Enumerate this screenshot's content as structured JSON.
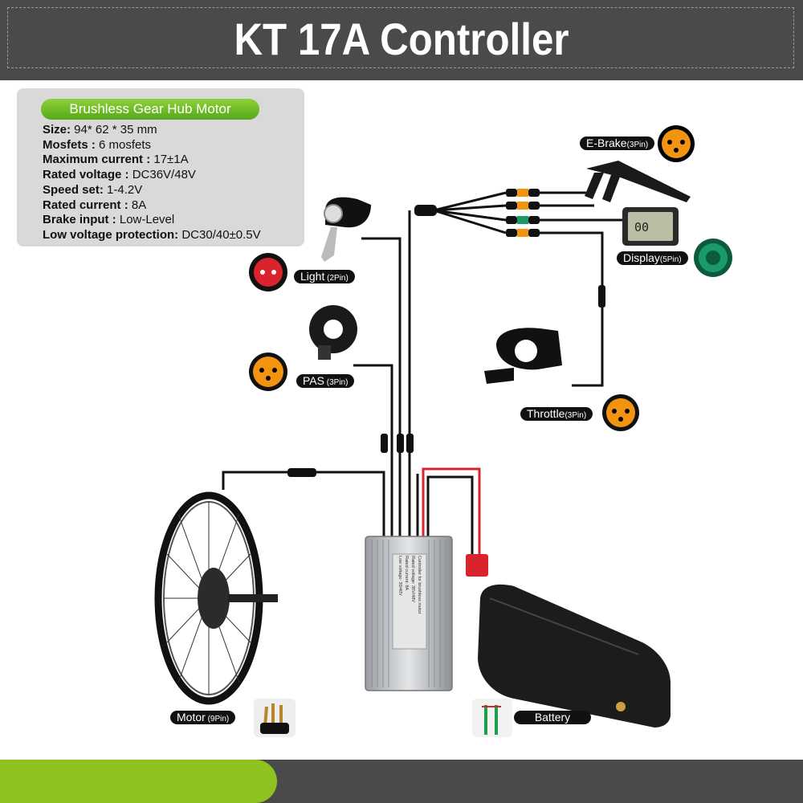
{
  "title": "KT 17A Controller",
  "specs": {
    "heading": "Brushless Gear Hub Motor",
    "rows": [
      {
        "key": "Size:",
        "value": " 94* 62 * 35 mm"
      },
      {
        "key": "Mosfets :",
        "value": " 6 mosfets"
      },
      {
        "key": "Maximum current :",
        "value": " 17±1A"
      },
      {
        "key": "Rated voltage :",
        "value": " DC36V/48V"
      },
      {
        "key": "Speed set:",
        "value": " 1-4.2V"
      },
      {
        "key": "Rated current :",
        "value": " 8A"
      },
      {
        "key": "Brake input :",
        "value": " Low-Level"
      },
      {
        "key": "Low voltage protection:",
        "value": " DC30/40±0.5V"
      }
    ]
  },
  "labels": {
    "ebrake": {
      "name": "E-Brake",
      "pin": "(3Pin)"
    },
    "display": {
      "name": "Display",
      "pin": "(5Pin)"
    },
    "light": {
      "name": "Light",
      "pin": " (2Pin)"
    },
    "pas": {
      "name": "PAS",
      "pin": " (3Pin)"
    },
    "throttle": {
      "name": "Throttle",
      "pin": "(3Pin)"
    },
    "motor": {
      "name": "Motor",
      "pin": " (9Pin)"
    },
    "battery": {
      "name": "Battery",
      "pin": ""
    }
  },
  "controller_label": [
    "Controller for brushless motor",
    "Rated voltage: 36V/48V",
    "Rated current: 8A",
    "Low voltage: 30/40V"
  ],
  "display_readout": "00",
  "colors": {
    "header": "#4a4a4a",
    "accent_green": "#8dc21f",
    "connector_orange": "#f29312",
    "connector_red": "#d9232d",
    "connector_green": "#1a9a6a",
    "wire": "#111111",
    "wire_red": "#d9232d"
  }
}
